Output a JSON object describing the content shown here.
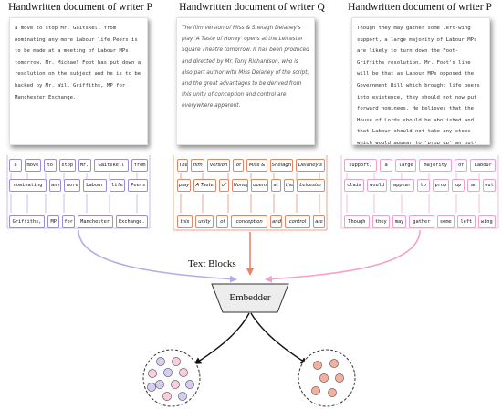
{
  "documents": [
    {
      "title": "Handwritten document of writer P",
      "text": "a move to stop Mr. Gaitskell from nominating any more Labour life Peers is to be made at a meeting of Labour MPs tomorrow. Mr. Michael Foot has put down a resolution on the subject and he is to be backed by Mr. Will Griffiths, MP for Manchester Exchange."
    },
    {
      "title": "Handwritten document of writer Q",
      "text": "The film version of Miss & Shelagh Delaney's play 'A Taste of Honey' opens at the Leicester Square Theatre tomorrow. It has been produced and directed by Mr. Tony Richardson, who is also part author with Miss Delaney of the script, and the great advantages to be derived from this unity of conception and control are everywhere apparent."
    },
    {
      "title": "Handwritten document of writer P",
      "text": "Though they may gather some left-wing support, a large majority of Labour MPs are likely to turn down the Foot-Griffiths resolution. Mr. Foot's line will be that as Labour MPs opposed the Government Bill which brought life peers into existence, they should not now put forward nominees. He believes that the House of Lords should be abolished and that Labour should not take any steps which would appear to 'prop up' an out-dated institution."
    }
  ],
  "blocks": {
    "p1": [
      [
        "a",
        "move",
        "to",
        "stop",
        "Mr.",
        "Gaitskell",
        "from"
      ],
      [
        "nominating",
        "any",
        "more",
        "Labour",
        "life",
        "Peers"
      ],
      [
        "Griffiths,",
        "MP",
        "for",
        "Manchester",
        "Exchange."
      ]
    ],
    "q": [
      [
        "The",
        "film",
        "version",
        "of",
        "Miss &",
        "Shelagh",
        "Delaney's"
      ],
      [
        "play",
        "A Taste",
        "of",
        "Honey",
        "opens",
        "at",
        "the",
        "Leicester"
      ],
      [
        "this",
        "unity",
        "of",
        "conception",
        "and",
        "control",
        "are"
      ]
    ],
    "p2": [
      [
        "support,",
        "a",
        "large",
        "majority",
        "of",
        "Labour"
      ],
      [
        "claim",
        "would",
        "appear",
        "to",
        "prop",
        "up",
        "an",
        "out"
      ],
      [
        "Though",
        "they",
        "may",
        "gather",
        "some",
        "left",
        "wing"
      ]
    ]
  },
  "labels": {
    "text_blocks": "Text Blocks",
    "embedder": "Embedder"
  },
  "colors": {
    "writer_p1": "#9a8fd6",
    "writer_q": "#e0876a",
    "writer_p2": "#f3a1c8",
    "embedder_fill": "#ededed"
  }
}
